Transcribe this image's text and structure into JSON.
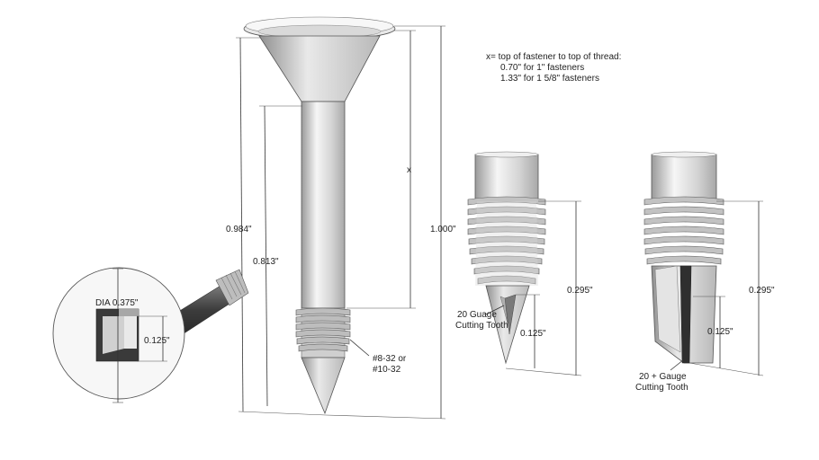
{
  "note": {
    "heading": "x= top of fastener to top of thread:",
    "line1": "0.70\" for 1\" fasteners",
    "line2": "1.33\" for 1 5/8\" fasteners"
  },
  "main_fastener": {
    "overall_length": "1.000\"",
    "head_to_tip": "0.984\"",
    "shank_to_tip": "0.813\"",
    "x_label": "x",
    "thread_label_1": "#8-32 or",
    "thread_label_2": "#10-32"
  },
  "head_detail": {
    "dia_label": "DIA 0.375\"",
    "socket_label": "0.125\""
  },
  "tip_left": {
    "thread_length": "0.295\"",
    "tooth_length": "0.125\"",
    "tooth_label_1": "20 Guage",
    "tooth_label_2": "Cutting Tooth"
  },
  "tip_right": {
    "thread_length": "0.295\"",
    "tooth_length": "0.125\"",
    "tooth_label_1": "20 + Gauge",
    "tooth_label_2": "Cutting Tooth"
  },
  "colors": {
    "metal_light": "#f2f2f2",
    "metal_mid": "#c9c9c9",
    "metal_dark": "#8a8a8a",
    "shaft_dark": "#4a4a4a"
  }
}
